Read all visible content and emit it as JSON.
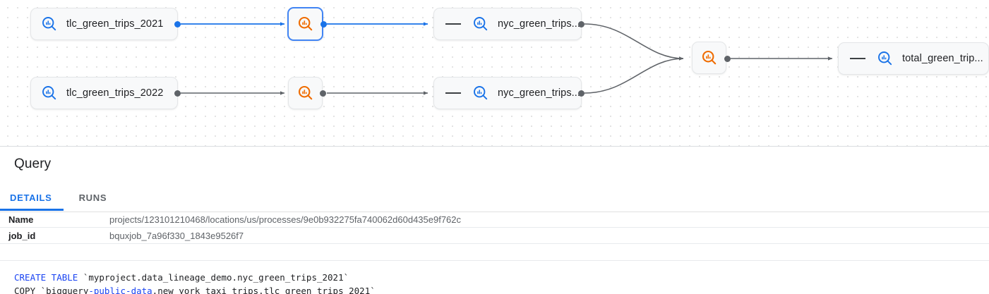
{
  "graph": {
    "nodes": [
      {
        "id": "tlc_2021",
        "label": "tlc_green_trips_2021",
        "icon": "bigquery-table-icon",
        "kind": "table",
        "selected": false,
        "dash": false
      },
      {
        "id": "tlc_2022",
        "label": "tlc_green_trips_2022",
        "icon": "bigquery-table-icon",
        "kind": "table",
        "selected": false,
        "dash": false
      },
      {
        "id": "proc_1",
        "label": "",
        "icon": "bigquery-process-icon",
        "kind": "process",
        "selected": true,
        "dash": false
      },
      {
        "id": "proc_2",
        "label": "",
        "icon": "bigquery-process-icon",
        "kind": "process",
        "selected": false,
        "dash": false
      },
      {
        "id": "nyc_1",
        "label": "nyc_green_trips...",
        "icon": "bigquery-table-icon",
        "kind": "table",
        "selected": false,
        "dash": true
      },
      {
        "id": "nyc_2",
        "label": "nyc_green_trips...",
        "icon": "bigquery-table-icon",
        "kind": "table",
        "selected": false,
        "dash": true
      },
      {
        "id": "proc_3",
        "label": "",
        "icon": "bigquery-process-icon",
        "kind": "process",
        "selected": false,
        "dash": false
      },
      {
        "id": "total",
        "label": "total_green_trip...",
        "icon": "bigquery-table-icon",
        "kind": "table",
        "selected": false,
        "dash": true
      }
    ],
    "colors": {
      "selected_border": "#4285f4",
      "active_edge": "#1a73e8",
      "edge": "#5f6368",
      "process_icon": "#f29900",
      "table_icon": "#1a73e8"
    }
  },
  "panel": {
    "title": "Query",
    "tabs": [
      {
        "id": "details",
        "label": "DETAILS",
        "active": true
      },
      {
        "id": "runs",
        "label": "RUNS",
        "active": false
      }
    ],
    "properties": [
      {
        "key": "Name",
        "value": "projects/123101210468/locations/us/processes/9e0b932275fa740062d60d435e9f762c"
      },
      {
        "key": "job_id",
        "value": "bquxjob_7a96f330_1843e9526f7"
      }
    ],
    "sql": {
      "line1": {
        "keyword": "CREATE TABLE",
        "rest": " `myproject.data_lineage_demo.nyc_green_trips_2021`"
      },
      "line2": {
        "prefix": "COPY `bigquery",
        "highlight": "-public-data",
        "rest": ".new_york_taxi_trips.tlc_green_trips_2021`"
      }
    }
  }
}
